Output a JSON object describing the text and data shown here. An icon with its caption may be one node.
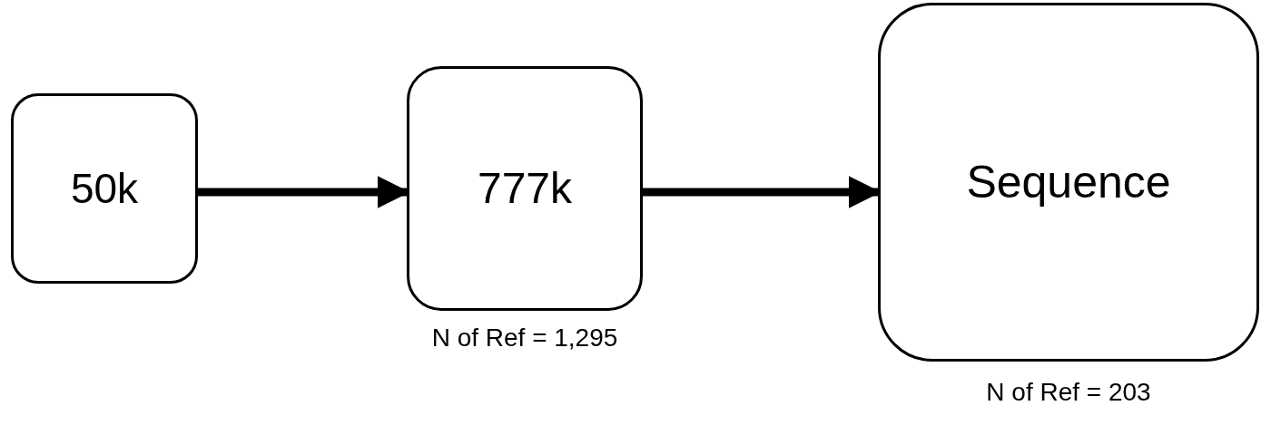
{
  "diagram": {
    "nodes": [
      {
        "text": [
          "50k"
        ]
      },
      {
        "text": [
          "777k"
        ],
        "beside": [
          "N of Ref = 1,295"
        ]
      },
      {
        "text": [
          "Sequence"
        ],
        "beside": [
          "N of Ref = 203"
        ]
      }
    ],
    "edges": [
      {
        "from": 0,
        "to": 1,
        "arrow": "to"
      },
      {
        "from": 1,
        "to": 2,
        "arrow": "to"
      }
    ]
  }
}
